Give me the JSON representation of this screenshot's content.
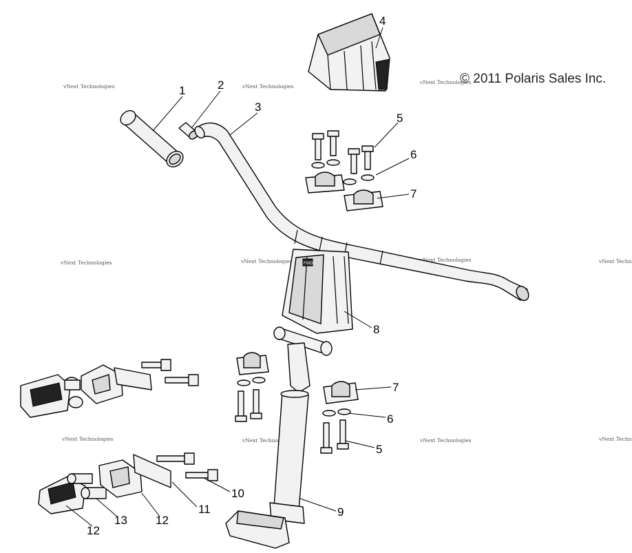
{
  "copyright": "© 2011 Polaris Sales Inc.",
  "watermark": "vNext Technologies",
  "fwd_label": "FWD",
  "callouts": {
    "c1": "1",
    "c2": "2",
    "c3": "3",
    "c4": "4",
    "c5a": "5",
    "c6a": "6",
    "c7a": "7",
    "c8": "8",
    "c7b": "7",
    "c6b": "6",
    "c5b": "5",
    "c9": "9",
    "c10": "10",
    "c11": "11",
    "c12a": "12",
    "c12b": "12",
    "c13": "13"
  }
}
